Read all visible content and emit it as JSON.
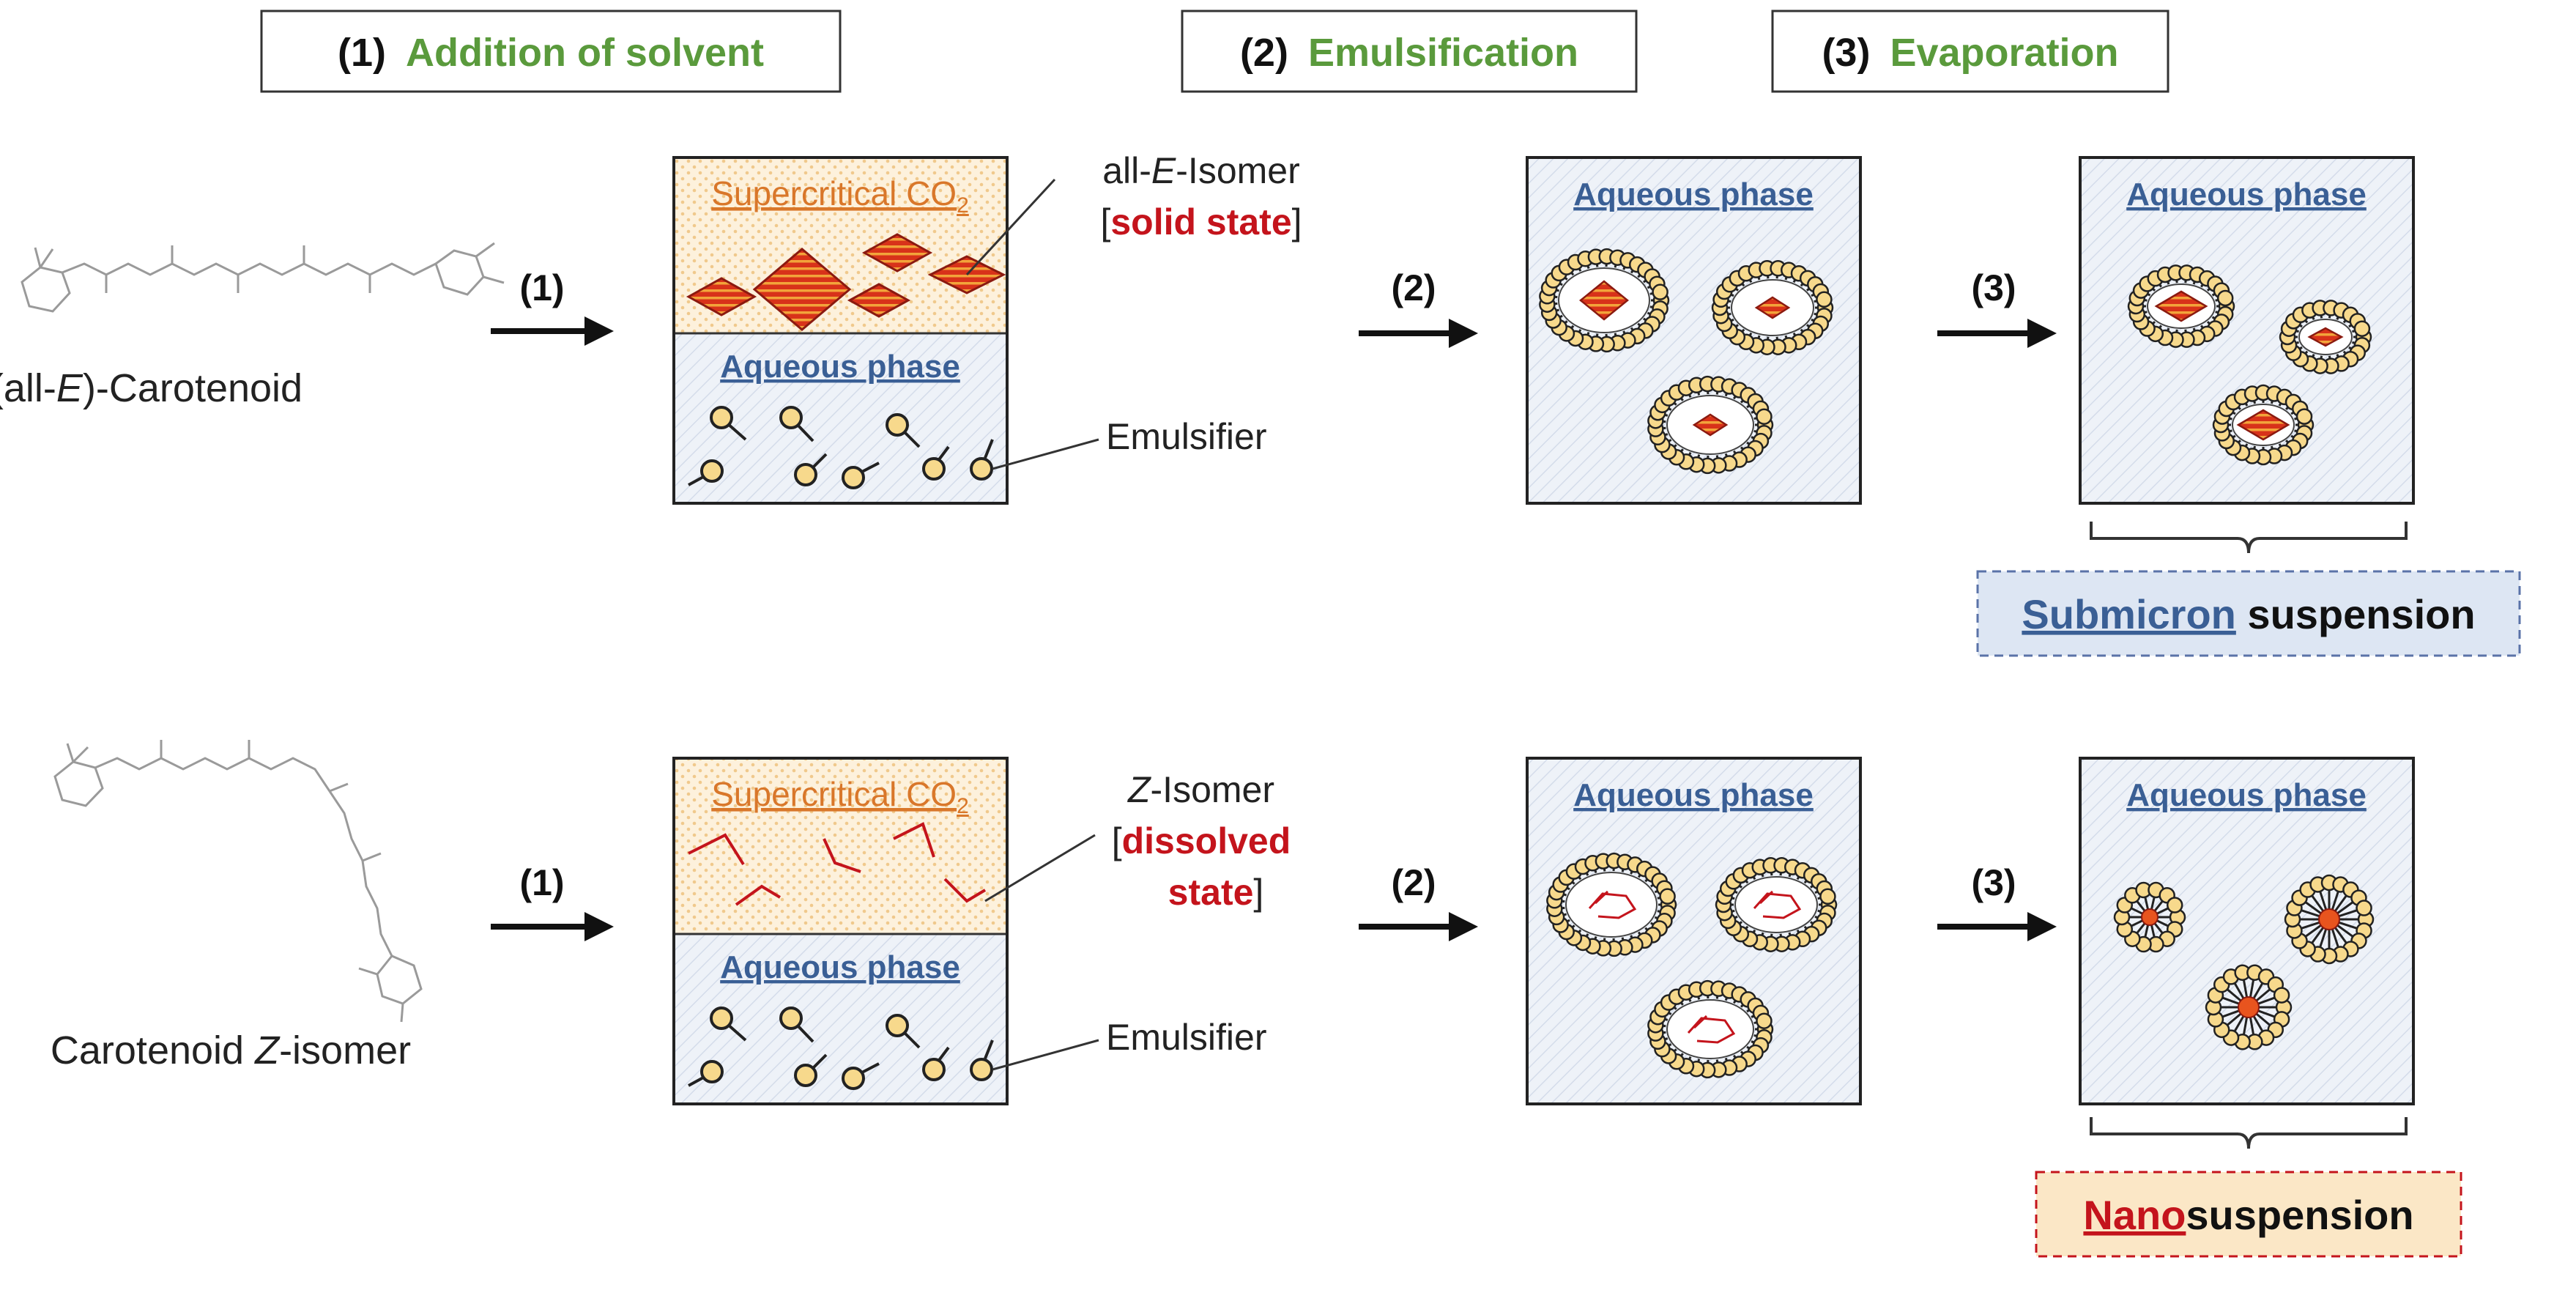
{
  "steps": {
    "s1_num": "(1)",
    "s1_name": "Addition of solvent",
    "s2_num": "(2)",
    "s2_name": "Emulsification",
    "s3_num": "(3)",
    "s3_name": "Evaporation"
  },
  "arrow_labels": {
    "a1": "(1)",
    "a2": "(2)",
    "a3": "(3)"
  },
  "phases": {
    "supercritical": "Supercritical CO",
    "co2_subscript": "2",
    "aqueous": "Aqueous phase"
  },
  "row_top": {
    "compound_pre": "(all-",
    "compound_italic": "E",
    "compound_post": ")-Carotenoid",
    "isomer_pre": "all-",
    "isomer_italic": "E",
    "isomer_post": "-Isomer",
    "state_open": "[",
    "state": "solid state",
    "state_close": "]",
    "emulsifier": "Emulsifier",
    "result_highlight": "Submicron",
    "result_rest": " suspension"
  },
  "row_bottom": {
    "compound_pre": "Carotenoid ",
    "compound_italic": "Z",
    "compound_post": "-isomer",
    "isomer_italic": "Z",
    "isomer_post": "-Isomer",
    "state_open": "[",
    "state_line1": "dissolved",
    "state_line2": "state",
    "state_close": "]",
    "emulsifier": "Emulsifier",
    "result_highlight": "Nano",
    "result_rest": "suspension"
  },
  "colors": {
    "step_green": "#5a9a3c",
    "co2_orange": "#d9772a",
    "aqueous_blue": "#3a5f95",
    "crystal_red": "#d8321a",
    "stripe_orange": "#f2a43a",
    "bead_yellow": "#f7d98c",
    "state_red": "#c4141c",
    "submicron_box": "#dde6f3",
    "nano_box": "#fbe7c6"
  }
}
